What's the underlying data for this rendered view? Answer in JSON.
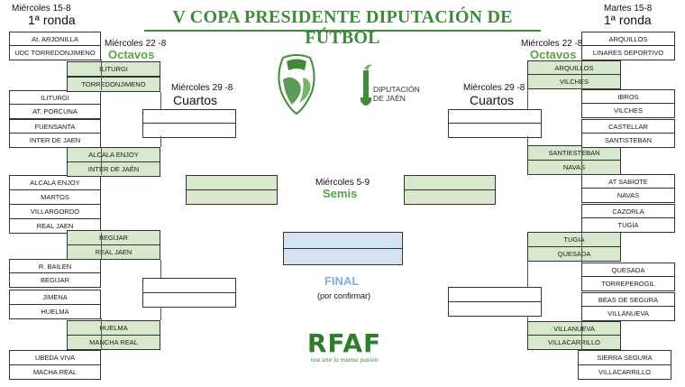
{
  "title": "V COPA PRESIDENTE DIPUTACIÓN DE FÚTBOL",
  "stages": {
    "left_round1_date": "Miércoles 15-8",
    "left_round1_name": "1ª ronda",
    "right_round1_date": "Martes 15-8",
    "right_round1_name": "1ª ronda",
    "left_octavos_date": "Miércoles 22 -8",
    "left_octavos_name": "Octavos",
    "right_octavos_date": "Miércoles 22 -8",
    "right_octavos_name": "Octavos",
    "left_cuartos_date": "Miércoles 29 -8",
    "left_cuartos_name": "Cuartos",
    "right_cuartos_date": "Miércoles 29 -8",
    "right_cuartos_name": "Cuartos",
    "semis_date": "Miércoles 5-9",
    "semis_name": "Semis",
    "final_name": "FINAL",
    "final_note": "(por confirmar)"
  },
  "left_round1": [
    [
      "At. ARJONILLA",
      "UDC TORREDONJIMENO"
    ],
    [
      "ILITURGI",
      "AT. PORCUNA"
    ],
    [
      "FUENSANTA",
      "INTER DE JAEN"
    ],
    [
      "ALCALA ENJOY",
      "MARTOS"
    ],
    [
      "VILLARGORDO",
      "REAL JAEN"
    ],
    [
      "R. BAILEN",
      "BEGIJAR"
    ],
    [
      "JIMENA",
      "HUELMA"
    ],
    [
      "UBEDA VIVA",
      "MACHA REAL"
    ]
  ],
  "left_octavos": [
    [
      "ILITURGI",
      "TORREDONJIMENO"
    ],
    [
      "ALCALA ENJOY",
      "INTER DE JAÉN"
    ],
    [
      "BEGIJAR",
      "REAL JAEN"
    ],
    [
      "HUELMA",
      "MANCHA REAL"
    ]
  ],
  "right_round1": [
    [
      "ARQUILLOS",
      "LINARES DEPORTIVO"
    ],
    [
      "IBROS",
      "VILCHES"
    ],
    [
      "CASTELLAR",
      "SANTISTEBAN"
    ],
    [
      "AT SABIOTE",
      "NAVAS"
    ],
    [
      "CAZORLA",
      "TUGIA"
    ],
    [
      "QUESADA",
      "TORREPEROGIL"
    ],
    [
      "BEAS DE SEGURA",
      "VILLANUEVA"
    ],
    [
      "SIERRA SEGURA",
      "VILLACARRILLO"
    ]
  ],
  "right_octavos": [
    [
      "ARQUILLOS",
      "VILCHES"
    ],
    [
      "SANTIESTEBAN",
      "NAVAS"
    ],
    [
      "TUGIA",
      "QUESADA"
    ],
    [
      "VILLANUEVA",
      "VILLACARRILLO"
    ]
  ],
  "logos": {
    "rfaf": "RFAF",
    "rfaf_tagline": "nos une la misma pasión",
    "diputacion_line1": "DIPUTACIÓN",
    "diputacion_line2": "DE JAÉN"
  },
  "colors": {
    "title_green": "#3f8a3b",
    "box_green": "#d8e8cc",
    "box_blue": "#d3e3f2",
    "octavos_green": "#5aa245",
    "final_blue": "#7fb0d6"
  }
}
